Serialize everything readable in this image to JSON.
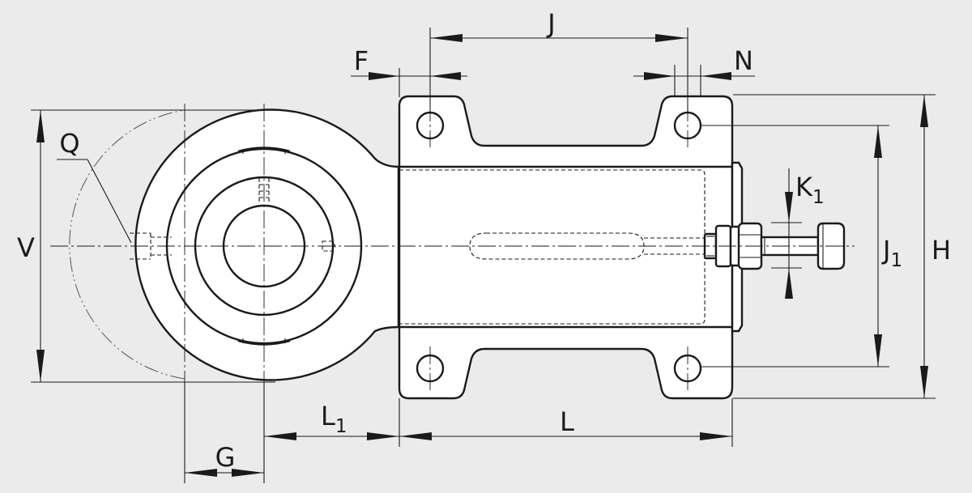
{
  "figure": {
    "background": "#ebebeb",
    "line_color": "#1a1a1a",
    "dimension_labels": {
      "J": "J",
      "F": "F",
      "N": "N",
      "Q": "Q",
      "K": "K",
      "K_sub": "1",
      "V": "V",
      "J1": "J",
      "J1_sub": "1",
      "H": "H",
      "L1": "L",
      "L1_sub": "1",
      "L": "L",
      "G": "G"
    }
  }
}
